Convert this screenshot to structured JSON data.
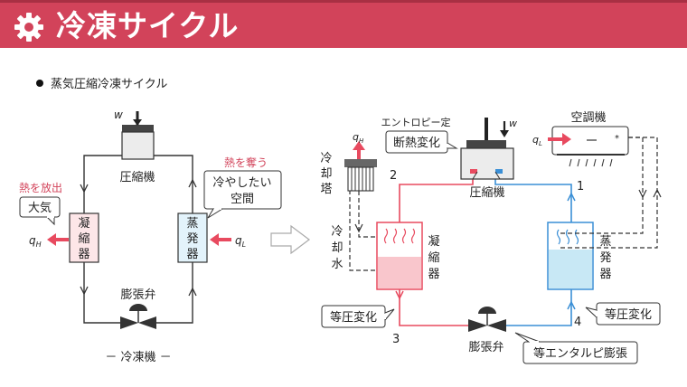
{
  "header": {
    "title": "冷凍サイクル",
    "icon": "gear-icon",
    "color": "#d2435a"
  },
  "subtitle": "蒸気圧縮冷凍サイクル",
  "left": {
    "compressor_label": "圧縮機",
    "work_symbol": "w",
    "condenser": [
      "凝",
      "縮",
      "器"
    ],
    "evaporator": [
      "蒸",
      "発",
      "器"
    ],
    "valve_label": "膨張弁",
    "heat_release_label": "熱を放出",
    "heat_take_label": "熱を奪う",
    "air_label": "大気",
    "cool_space_line1": "冷やしたい",
    "cool_space_line2": "空間",
    "qh": "q",
    "qh_sub": "H",
    "ql": "q",
    "ql_sub": "L",
    "caption": "－ 冷凍機 －"
  },
  "right": {
    "isentropic_top": "エントロピー定",
    "isentropic_box": "断熱変化",
    "work_symbol": "w",
    "compressor_label": "圧縮機",
    "aircon_label": "空調機",
    "tower": [
      "冷",
      "却",
      "塔"
    ],
    "cooling_water": [
      "冷",
      "却",
      "水"
    ],
    "condenser": [
      "凝",
      "縮",
      "器"
    ],
    "evaporator": [
      "蒸",
      "発",
      "器"
    ],
    "isobaric_left": "等圧変化",
    "isobaric_right": "等圧変化",
    "valve_label": "膨張弁",
    "isenthalpic": "等エンタルピ膨張",
    "qh": "q",
    "qh_sub": "H",
    "ql": "q",
    "ql_sub": "L",
    "pt1": "1",
    "pt2": "2",
    "pt3": "3",
    "pt4": "4"
  },
  "colors": {
    "hot": "#e84a5f",
    "cold": "#3a8fd6",
    "condenser_fill": "#f9c6cc",
    "evaporator_fill": "#c8e8f5"
  }
}
